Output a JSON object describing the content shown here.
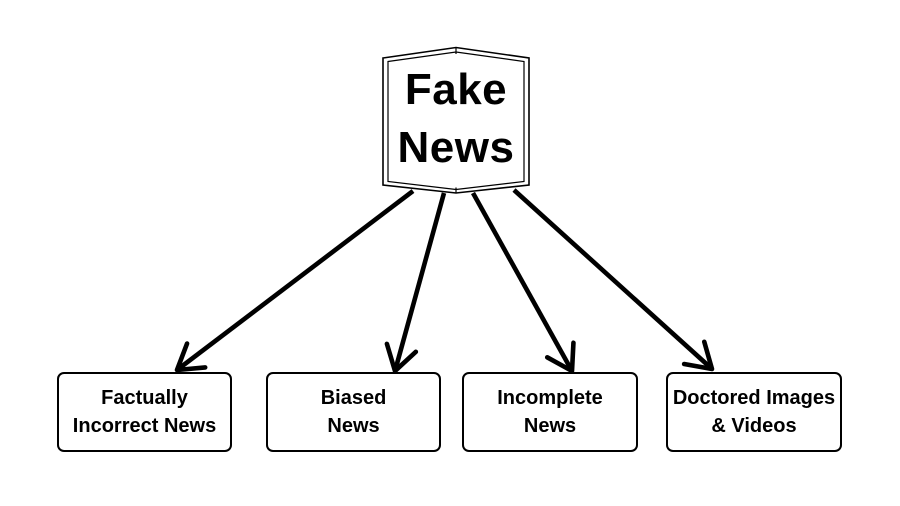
{
  "root_node": {
    "lines": [
      "Fake",
      "News"
    ]
  },
  "child_nodes": [
    {
      "lines": [
        "Factually",
        "Incorrect News"
      ]
    },
    {
      "lines": [
        "Biased",
        "News"
      ]
    },
    {
      "lines": [
        "Incomplete",
        "News"
      ]
    },
    {
      "lines": [
        "Doctored Images",
        "& Videos"
      ]
    }
  ],
  "colors": {
    "stroke": "#000000",
    "background": "#ffffff",
    "text": "#000000"
  }
}
